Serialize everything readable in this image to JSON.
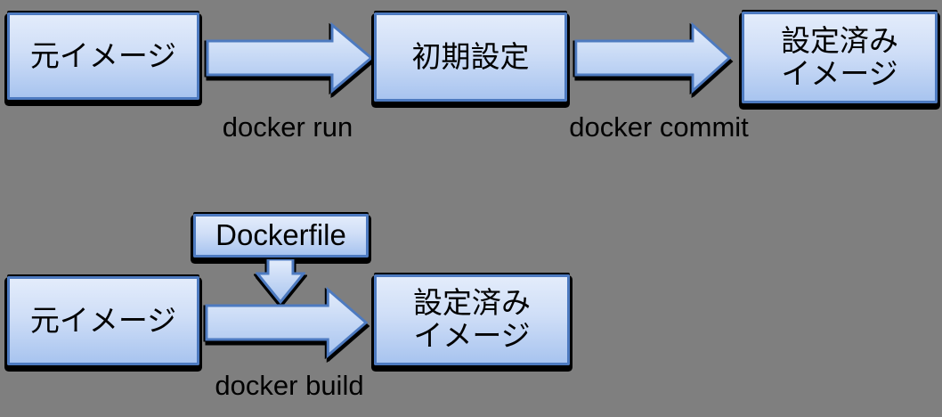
{
  "diagram": {
    "background_color": "#7f7f7f",
    "box_fill_top_color": "#e3ecfb",
    "box_fill_bottom_color": "#a8c4ef",
    "box_border_color": "#4d7ac0",
    "shadow_color": "#000000",
    "text_color": "#000000",
    "flow_commit": {
      "source_label": "元イメージ",
      "run_label": "docker run",
      "initial_label": "初期設定",
      "commit_label": "docker commit",
      "result_line1": "設定済み",
      "result_line2": "イメージ"
    },
    "flow_build": {
      "dockerfile_label": "Dockerfile",
      "source_label": "元イメージ",
      "build_label": "docker build",
      "result_line1": "設定済み",
      "result_line2": "イメージ"
    }
  }
}
